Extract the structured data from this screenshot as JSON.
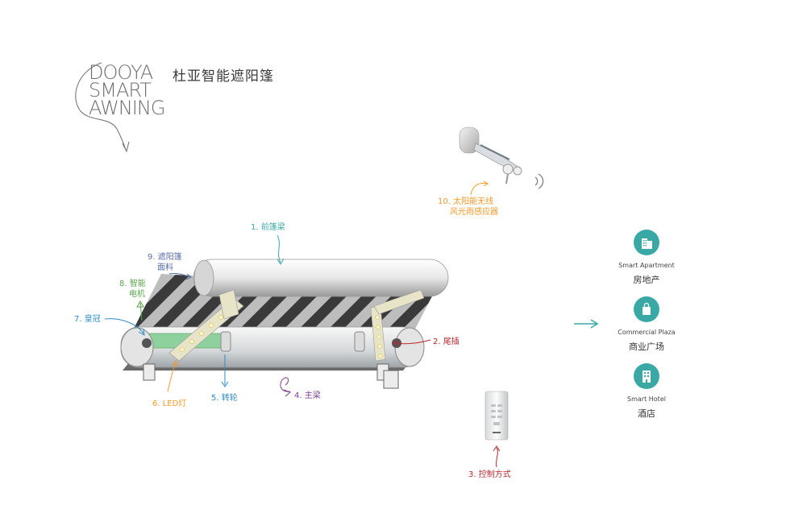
{
  "logo": {
    "line1": "DOOYA",
    "line2": "SMART",
    "line3": "AWNING"
  },
  "title": "杜亚智能遮阳篷",
  "labels": {
    "l1": "1. 前篷梁",
    "l2": "2. 尾插",
    "l3": "3. 控制方式",
    "l4": "4. 主梁",
    "l5": "5. 转轮",
    "l6": "6. LED灯",
    "l7": "7. 皇冠",
    "l8a": "8. 智能",
    "l8b": "电机",
    "l9a": "9. 遮阳篷",
    "l9b": "面料",
    "l10a": "10. 太阳能无线",
    "l10b": "风光雨感应器"
  },
  "applications": [
    {
      "en": "Smart Apartment",
      "cn": "房地产",
      "icon": "apartment-building-icon"
    },
    {
      "en": "Commercial Plaza",
      "cn": "商业广场",
      "icon": "shopping-bag-icon"
    },
    {
      "en": "Smart Hotel",
      "cn": "酒店",
      "icon": "hotel-building-icon"
    }
  ],
  "colors": {
    "red": "#b5282e",
    "teal": "#3aa9a6",
    "blue": "#2e8bc4",
    "orange": "#f09a2a",
    "purple": "#7b3d8f",
    "green": "#5aa64a",
    "slate": "#5a6ea8"
  }
}
